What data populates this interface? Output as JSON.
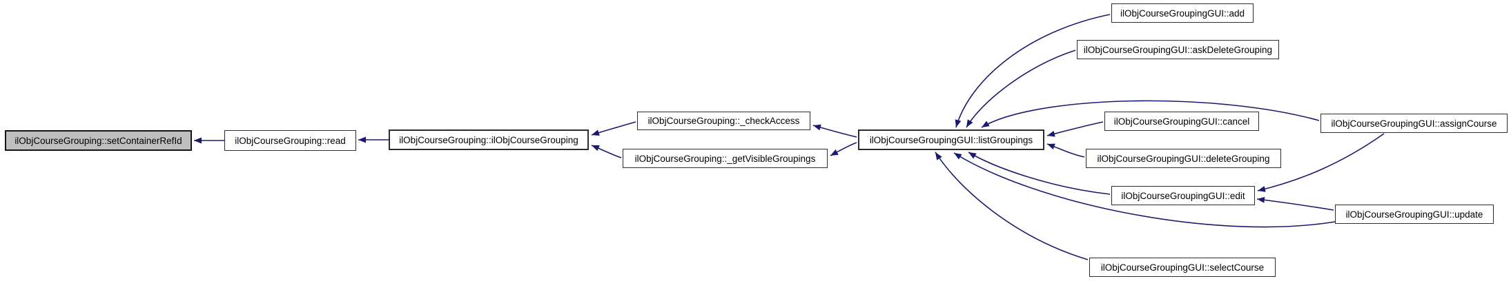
{
  "diagram": {
    "type": "call-graph",
    "colors": {
      "background": "#ffffff",
      "edge": "#191970",
      "node_border": "#2b2b2b",
      "node_fill": "#ffffff",
      "highlight_fill": "#bfbfbf"
    },
    "nodes": [
      {
        "id": "setContainerRefId",
        "label": "ilObjCourseGrouping::setContainerRefId",
        "highlighted": true
      },
      {
        "id": "read",
        "label": "ilObjCourseGrouping::read"
      },
      {
        "id": "ctor",
        "label": "ilObjCourseGrouping::ilObjCourseGrouping"
      },
      {
        "id": "checkAccess",
        "label": "ilObjCourseGrouping::_checkAccess"
      },
      {
        "id": "getVisible",
        "label": "ilObjCourseGrouping::_getVisibleGroupings"
      },
      {
        "id": "listGroupings",
        "label": "ilObjCourseGroupingGUI::listGroupings"
      },
      {
        "id": "add",
        "label": "ilObjCourseGroupingGUI::add"
      },
      {
        "id": "askDelete",
        "label": "ilObjCourseGroupingGUI::askDeleteGrouping"
      },
      {
        "id": "cancel",
        "label": "ilObjCourseGroupingGUI::cancel"
      },
      {
        "id": "deleteGrouping",
        "label": "ilObjCourseGroupingGUI::deleteGrouping"
      },
      {
        "id": "edit",
        "label": "ilObjCourseGroupingGUI::edit"
      },
      {
        "id": "assignCourse",
        "label": "ilObjCourseGroupingGUI::assignCourse"
      },
      {
        "id": "update",
        "label": "ilObjCourseGroupingGUI::update"
      },
      {
        "id": "selectCourse",
        "label": "ilObjCourseGroupingGUI::selectCourse"
      }
    ],
    "edges": [
      {
        "from": "read",
        "to": "setContainerRefId"
      },
      {
        "from": "ctor",
        "to": "read"
      },
      {
        "from": "checkAccess",
        "to": "ctor"
      },
      {
        "from": "getVisible",
        "to": "ctor"
      },
      {
        "from": "listGroupings",
        "to": "checkAccess"
      },
      {
        "from": "listGroupings",
        "to": "getVisible"
      },
      {
        "from": "add",
        "to": "listGroupings"
      },
      {
        "from": "askDelete",
        "to": "listGroupings"
      },
      {
        "from": "assignCourse",
        "to": "listGroupings"
      },
      {
        "from": "cancel",
        "to": "listGroupings"
      },
      {
        "from": "deleteGrouping",
        "to": "listGroupings"
      },
      {
        "from": "edit",
        "to": "listGroupings"
      },
      {
        "from": "update",
        "to": "listGroupings"
      },
      {
        "from": "selectCourse",
        "to": "listGroupings"
      },
      {
        "from": "assignCourse",
        "to": "edit"
      },
      {
        "from": "update",
        "to": "edit"
      }
    ]
  }
}
